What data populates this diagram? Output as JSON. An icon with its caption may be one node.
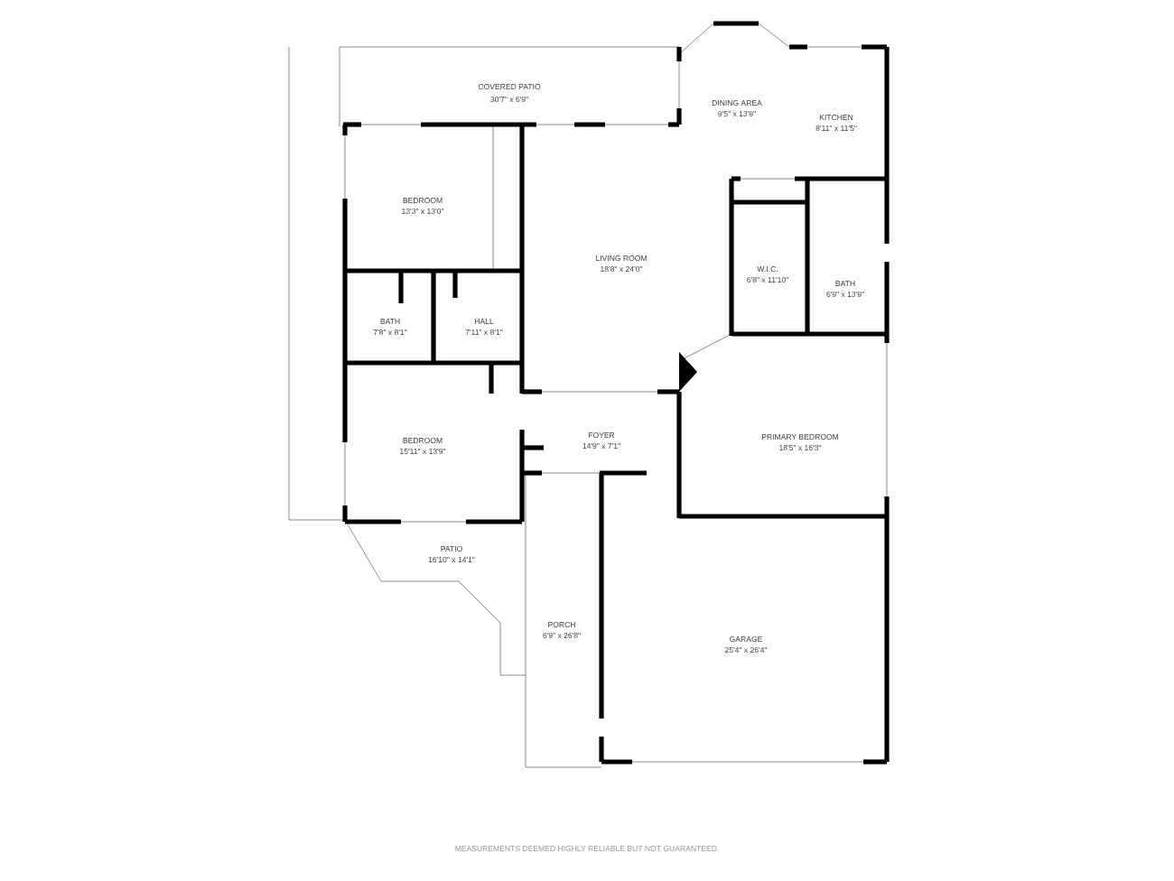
{
  "diagram": {
    "labels": [
      "COVERED PATIO",
      "30'7\" x 6'9\"",
      "DINING AREA",
      "9'5\" x 13'9\"",
      "KITCHEN",
      "8'11\" x 11'5\"",
      "BEDROOM",
      "13'3\" x 13'0\"",
      "LIVING ROOM",
      "18'8\" x 24'0\"",
      "W.I.C.",
      "6'8\" x 11'10\"",
      "BATH",
      "6'9\" x 13'9\"",
      "BATH",
      "7'8\" x 8'1\"",
      "HALL",
      "7'11\" x 8'1\"",
      "FOYER",
      "14'9\" x 7'1\"",
      "PRIMARY BEDROOM",
      "18'5\" x 16'3\"",
      "BEDROOM",
      "15'11\" x 13'9\"",
      "PATIO",
      "16'10\" x 14'1\"",
      "PORCH",
      "6'9\" x 26'8\"",
      "GARAGE",
      "25'4\" x 26'4\"",
      "MEASUREMENTS DEEMED HIGHLY RELIABLE BUT NOT GUARANTEED."
    ]
  }
}
